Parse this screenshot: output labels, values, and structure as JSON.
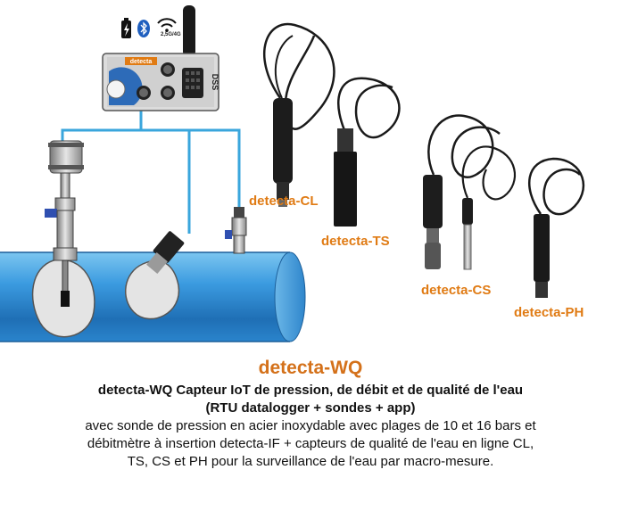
{
  "labels": {
    "cl": "detecta-CL",
    "ts": "detecta-TS",
    "cs": "detecta-CS",
    "ph": "detecta-PH"
  },
  "device": {
    "brand": "detecta",
    "side_text": "DSS",
    "network": "2,5G/4G"
  },
  "caption": {
    "title": "detecta-WQ",
    "subtitle_line1": "detecta-WQ Capteur IoT de pression, de débit et de qualité de l'eau",
    "subtitle_line2": "(RTU datalogger + sondes + app)",
    "description": "avec sonde de pression en acier inoxydable avec plages de 10 et 16 bars et débitmètre à insertion detecta-IF + capteurs de qualité de l'eau en ligne CL, TS, CS et PH pour la surveillance de l'eau par macro-mesure."
  },
  "colors": {
    "accent": "#e07b14",
    "pipe": "#3a9ad9",
    "cable_blue": "#3aa6dc"
  },
  "icons": [
    "battery-charging-icon",
    "bluetooth-icon",
    "wifi-icon"
  ]
}
